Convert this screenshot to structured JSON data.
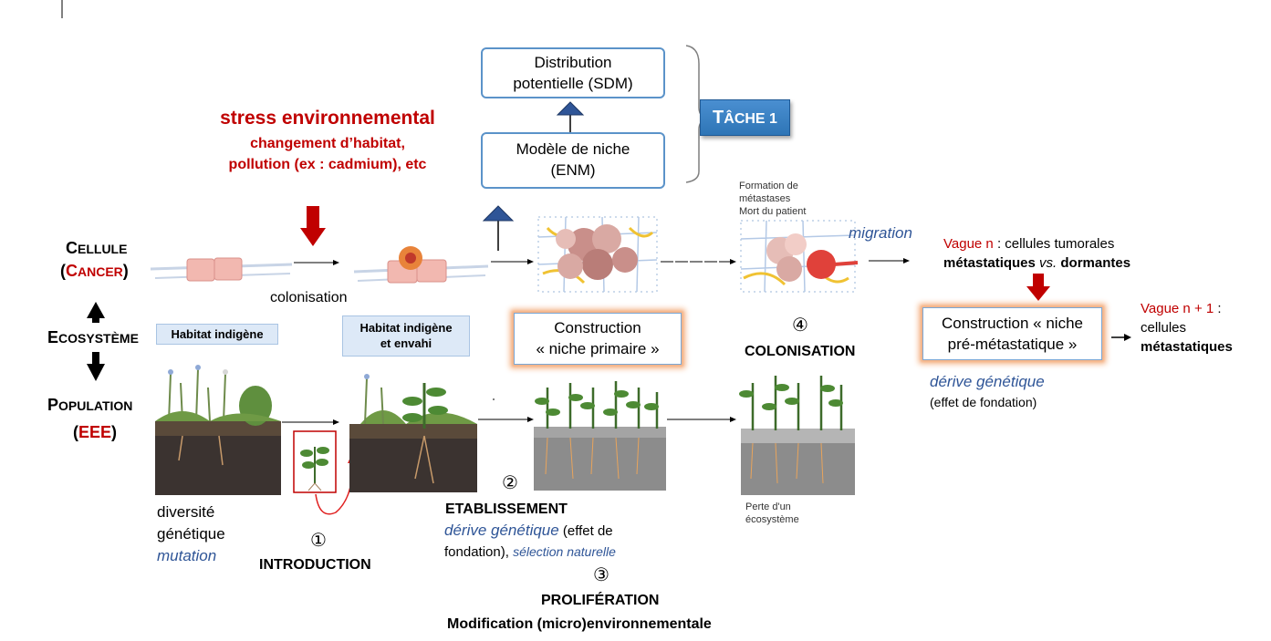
{
  "tache": {
    "first": "T",
    "rest": "ÂCHE 1"
  },
  "boxes": {
    "sdm_line1": "Distribution",
    "sdm_line2": "potentielle (SDM)",
    "enm_line1": "Modèle de niche",
    "enm_line2": "(ENM)",
    "niche_primaire_line1": "Construction",
    "niche_primaire_line2": "« niche primaire »",
    "niche_pre_line1": "Construction « niche",
    "niche_pre_line2": "pré-métastatique »"
  },
  "stress": {
    "title": "stress environnemental",
    "line1": "changement d’habitat,",
    "line2": "pollution (ex : cadmium), etc"
  },
  "left_labels": {
    "cellule_c": "C",
    "cellule_rest": "ELLULE",
    "cancer_open": "(",
    "cancer_c": "C",
    "cancer_rest": "ANCER",
    "cancer_close": ")",
    "ecosysteme_e": "E",
    "ecosysteme_rest": "COSYSTÈME",
    "population_p": "P",
    "population_rest": "OPULATION",
    "eee_open": "(",
    "eee": "EEE",
    "eee_close": ")"
  },
  "habitats": {
    "indigene": "Habitat indigène",
    "envahi_line1": "Habitat indigène",
    "envahi_line2": "et envahi"
  },
  "texts": {
    "colonisation_small": "colonisation",
    "formation_line1": "Formation de",
    "formation_line2": "métastases",
    "formation_line3": "Mort du patient",
    "migration": "migration",
    "colonisation_big": "COLONISATION",
    "perte_line1": "Perte d'un",
    "perte_line2": "écosystème",
    "diversite_line1": "diversité",
    "diversite_line2": "génétique",
    "mutation": "mutation",
    "introduction": "INTRODUCTION",
    "etablissement": "ETABLISSEMENT",
    "derive1": "dérive génétique",
    "effet_de": " (effet de",
    "fondation": "fondation), ",
    "selection": "sélection naturelle",
    "proliferation": "PROLIFÉRATION",
    "modification": "Modification (micro)environnementale",
    "vague_n": "Vague n",
    "vague_n_rest": " : cellules tumorales",
    "metastatiques": "métastatiques",
    "vs": " vs.",
    "dormantes": " dormantes",
    "derive2": "dérive génétique",
    "effet_fondation": "(effet de fondation)",
    "vague_n1": "Vague n + 1",
    "vague_n1_colon": " :",
    "cellules": "cellules",
    "metastatiques2": "métastatiques"
  },
  "steps": {
    "s1": "①",
    "s2": "②",
    "s3": "③",
    "s4": "④"
  },
  "colors": {
    "red": "#c00000",
    "blue": "#2f5597",
    "box_border": "#5b93c9",
    "tache_bg": "#2e75b6"
  }
}
